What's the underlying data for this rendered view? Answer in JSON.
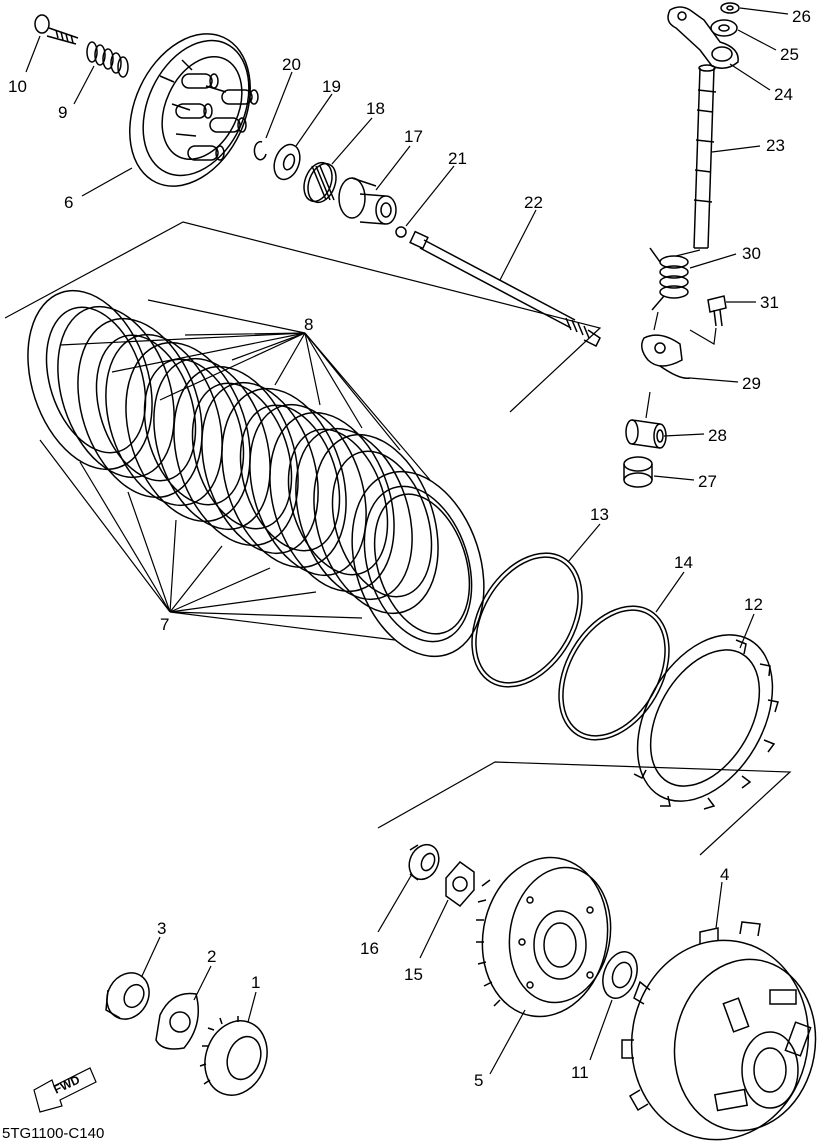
{
  "diagram": {
    "code": "5TG1100-C140",
    "fwd_label": "FWD",
    "callouts": [
      "1",
      "2",
      "3",
      "4",
      "5",
      "6",
      "7",
      "8",
      "9",
      "10",
      "11",
      "12",
      "13",
      "14",
      "15",
      "16",
      "17",
      "18",
      "19",
      "20",
      "21",
      "22",
      "23",
      "24",
      "25",
      "26",
      "27",
      "28",
      "29",
      "30",
      "31"
    ]
  }
}
